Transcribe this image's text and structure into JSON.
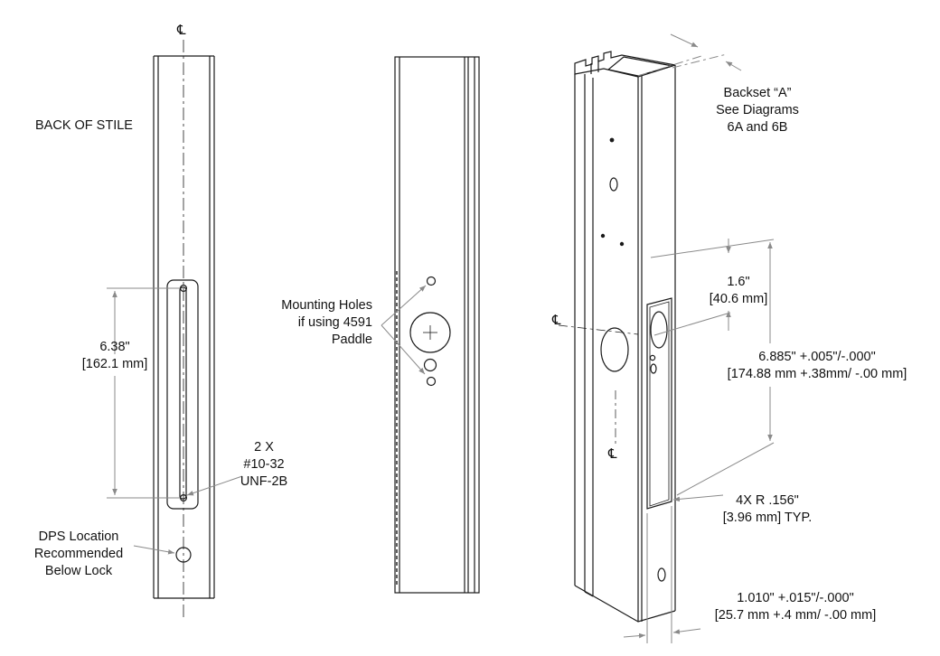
{
  "centerline_symbol": "℄",
  "views": {
    "back_stile": {
      "title": "BACK OF STILE",
      "dim_height": [
        "6.38\"",
        "[162.1 mm]"
      ],
      "screw_note": [
        "2 X",
        "#10-32",
        "UNF-2B"
      ],
      "dps_note": [
        "DPS Location",
        "Recommended",
        "Below Lock"
      ]
    },
    "side": {
      "mounting_note": [
        "Mounting Holes",
        "if using 4591",
        "Paddle"
      ]
    },
    "iso": {
      "backset_note": [
        "Backset “A”",
        "See Diagrams",
        "6A and 6B"
      ],
      "dim_top_offset": [
        "1.6\"",
        "[40.6 mm]"
      ],
      "dim_cutout_length": [
        "6.885\" +.005\"/-.000\"",
        "[174.88 mm +.38mm/ -.00 mm]"
      ],
      "radius_note": [
        "4X R .156\"",
        "[3.96 mm] TYP."
      ],
      "dim_cutout_width": [
        "1.010\" +.015\"/-.000\"",
        "[25.7 mm +.4 mm/ -.00 mm]"
      ]
    }
  },
  "colors": {
    "line": "#1a1a1a",
    "dim": "#8a8a8a"
  }
}
